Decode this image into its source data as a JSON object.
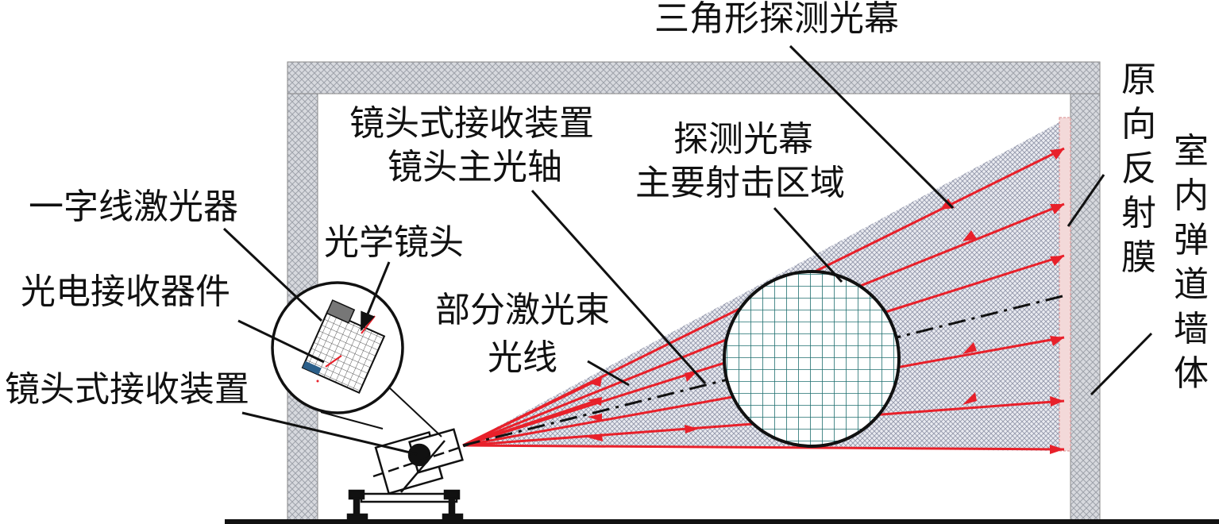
{
  "labels": {
    "triangle_screen": "三角形探测光幕",
    "retro_film_chars": [
      "原",
      "向",
      "反",
      "射",
      "膜"
    ],
    "wall_chars": [
      "室",
      "内",
      "弹",
      "道",
      "墙",
      "体"
    ],
    "lens_axis_line1": "镜头式接收装置",
    "lens_axis_line2": "镜头主光轴",
    "impact_line1": "探测光幕",
    "impact_line2": "主要射击区域",
    "line_laser": "一字线激光器",
    "optical_lens": "光学镜头",
    "photo_receiver": "光电接收器件",
    "beam_line1": "部分激光束",
    "beam_line2": "光线",
    "receiver_device": "镜头式接收装置"
  },
  "colors": {
    "beam": "#e8202a",
    "wall": "#b9bcc4",
    "screen": "#9aa0b4",
    "grid": "#1f6f6f",
    "film": "#d98c8c",
    "ink": "#111111"
  }
}
